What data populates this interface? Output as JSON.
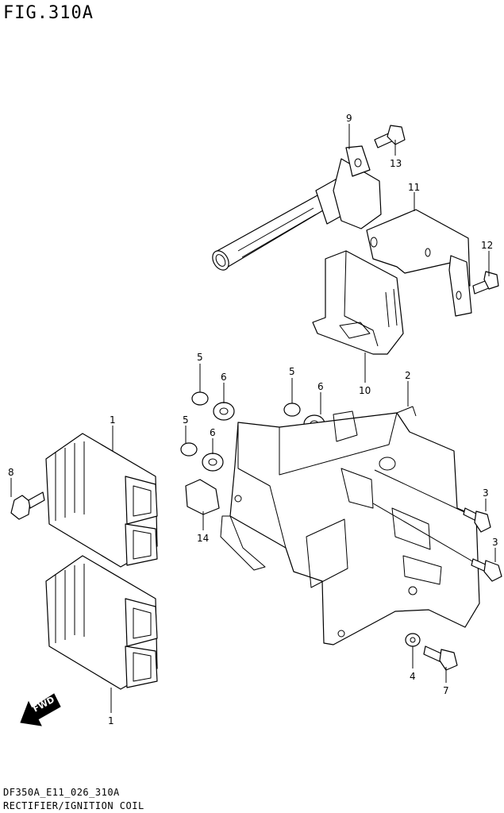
{
  "header": {
    "figure_title": "FIG.310A"
  },
  "footer": {
    "code": "DF350A_E11_026_310A",
    "caption": "RECTIFIER/IGNITION COIL"
  },
  "direction_label": "FWD",
  "callouts": [
    {
      "label": "9"
    },
    {
      "label": "13"
    },
    {
      "label": "11"
    },
    {
      "label": "12"
    },
    {
      "label": "10"
    },
    {
      "label": "5"
    },
    {
      "label": "6"
    },
    {
      "label": "5"
    },
    {
      "label": "6"
    },
    {
      "label": "2"
    },
    {
      "label": "1"
    },
    {
      "label": "5"
    },
    {
      "label": "6"
    },
    {
      "label": "8"
    },
    {
      "label": "14"
    },
    {
      "label": "3"
    },
    {
      "label": "3"
    },
    {
      "label": "1"
    },
    {
      "label": "4"
    },
    {
      "label": "7"
    }
  ]
}
